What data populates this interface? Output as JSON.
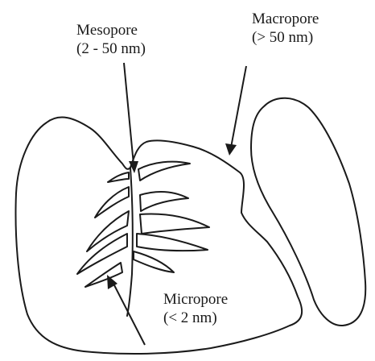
{
  "labels": {
    "mesopore": {
      "name": "Mesopore",
      "range": "(2 - 50 nm)"
    },
    "macropore": {
      "name": "Macropore",
      "range": "(> 50 nm)"
    },
    "micropore": {
      "name": "Micropore",
      "range": "(< 2 nm)"
    }
  }
}
